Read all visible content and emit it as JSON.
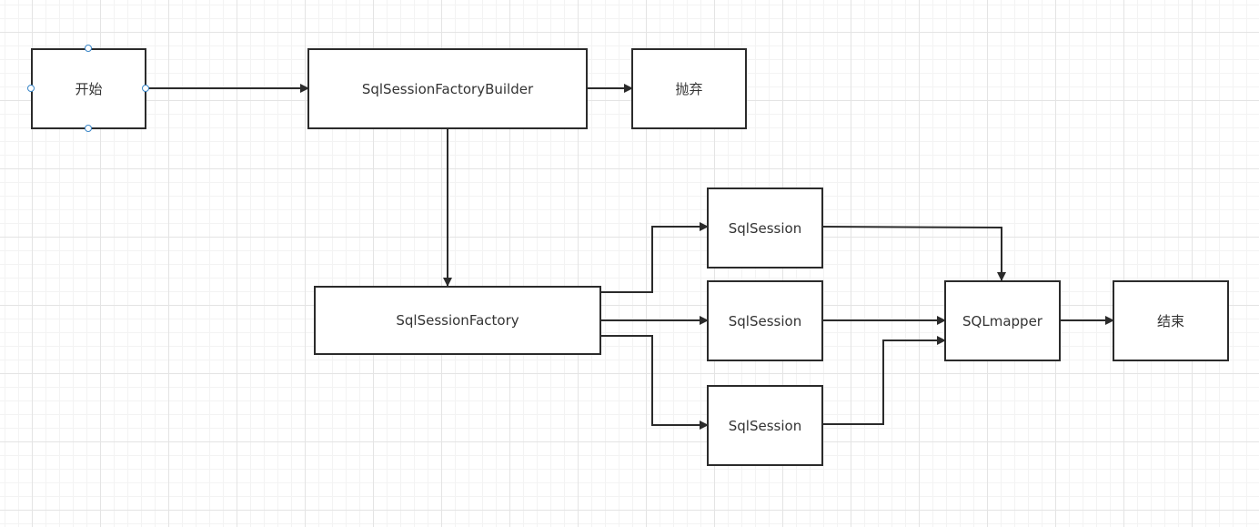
{
  "diagram": {
    "nodes": {
      "start": "开始",
      "builder": "SqlSessionFactoryBuilder",
      "discard": "抛弃",
      "factory": "SqlSessionFactory",
      "session1": "SqlSession",
      "session2": "SqlSession",
      "session3": "SqlSession",
      "mapper": "SQLmapper",
      "end": "结束"
    },
    "edges": [
      {
        "from": "start",
        "to": "builder"
      },
      {
        "from": "builder",
        "to": "discard"
      },
      {
        "from": "builder",
        "to": "factory"
      },
      {
        "from": "factory",
        "to": "session1"
      },
      {
        "from": "factory",
        "to": "session2"
      },
      {
        "from": "factory",
        "to": "session3"
      },
      {
        "from": "session1",
        "to": "mapper"
      },
      {
        "from": "session2",
        "to": "mapper"
      },
      {
        "from": "session3",
        "to": "mapper"
      },
      {
        "from": "mapper",
        "to": "end"
      }
    ],
    "colors": {
      "stroke": "#2b2b2b",
      "selection_handle": "#3a86c8",
      "grid": "#e4e4e4"
    }
  }
}
